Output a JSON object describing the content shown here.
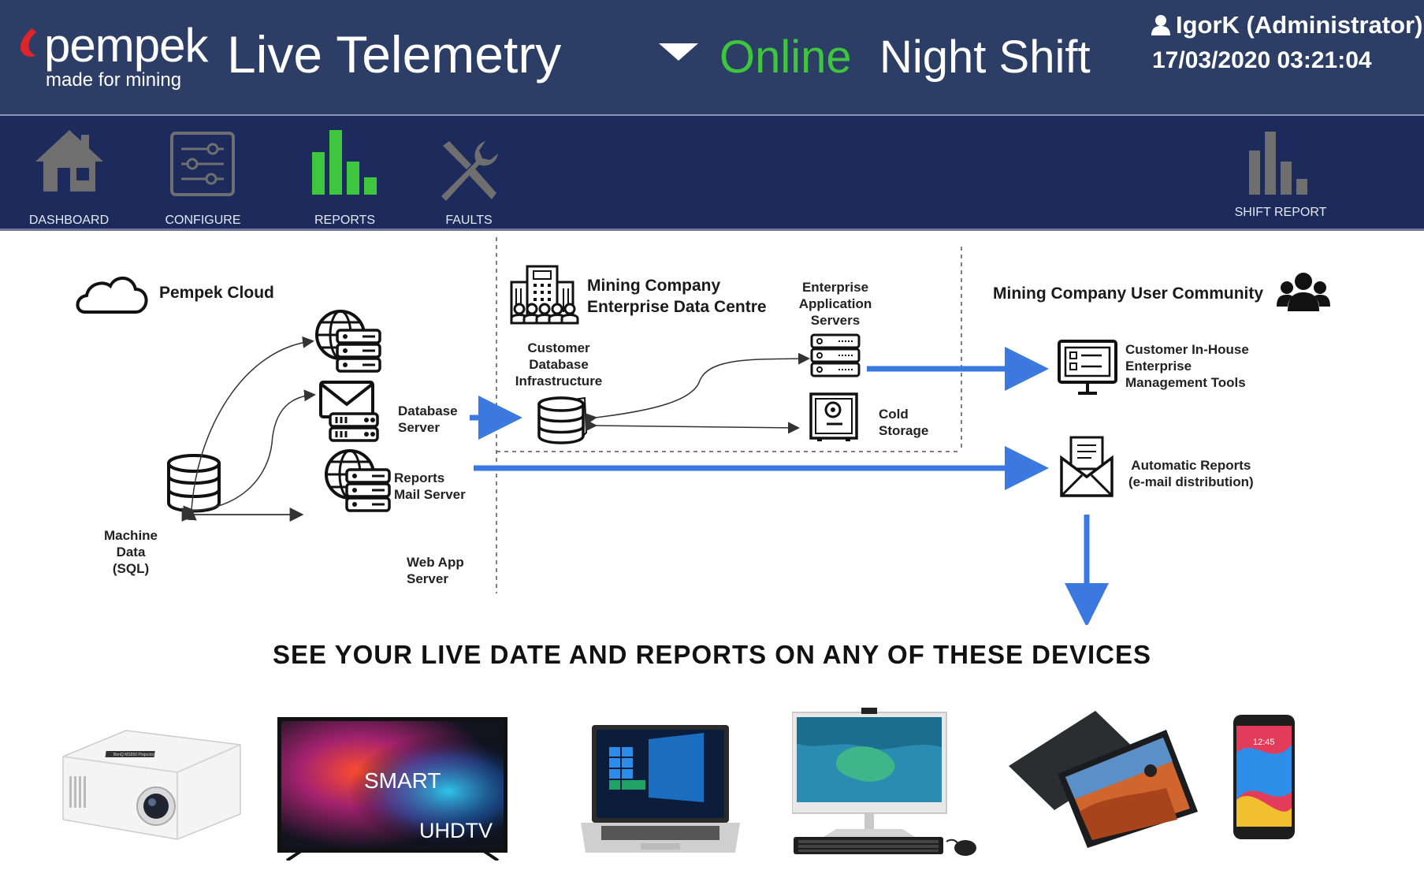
{
  "header": {
    "logo_text": "pempek",
    "logo_tagline": "made for mining",
    "app_title": "Live Telemetry",
    "status": "Online",
    "shift": "Night Shift",
    "user": "IgorK (Administrator)",
    "datetime": "17/03/2020 03:21:04",
    "status_color": "#3ec63e"
  },
  "toolbar": {
    "items": [
      {
        "label": "DASHBOARD",
        "icon": "house-icon",
        "active": false
      },
      {
        "label": "CONFIGURE",
        "icon": "sliders-icon",
        "active": false
      },
      {
        "label": "REPORTS",
        "icon": "bar-chart-icon",
        "active": true
      },
      {
        "label": "FAULTS",
        "icon": "tools-icon",
        "active": false
      }
    ],
    "shift_report_label": "SHIFT REPORT",
    "active_color": "#3ec63e",
    "inactive_color": "#6f6f6f"
  },
  "diagram": {
    "pempek_cloud": "Pempek Cloud",
    "database_server": [
      "Database",
      "Server"
    ],
    "reports_mail_server": [
      "Reports",
      "Mail Server"
    ],
    "web_app_server": [
      "Web App",
      "Server"
    ],
    "machine_data": [
      "Machine",
      "Data",
      "(SQL)"
    ],
    "data_centre_title": [
      "Mining Company",
      "Enterprise Data Centre"
    ],
    "customer_db": [
      "Customer",
      "Database",
      "Infrastructure"
    ],
    "enterprise_app_servers": [
      "Enterprise",
      "Application",
      "Servers"
    ],
    "cold_storage": [
      "Cold",
      "Storage"
    ],
    "user_community": "Mining Company User Community",
    "management_tools": [
      "Customer In-House",
      "Enterprise",
      "Management Tools"
    ],
    "automatic_reports": [
      "Automatic Reports",
      "(e-mail distribution)"
    ],
    "arrow_color": "#3b78e0"
  },
  "headline": "SEE YOUR LIVE DATE AND REPORTS ON ANY OF THESE DEVICES",
  "devices": {
    "projector_label": "BenQ MS550 Projector",
    "tv_brand": "SMART",
    "tv_label": "UHDTV",
    "phone_time": "12:45"
  }
}
